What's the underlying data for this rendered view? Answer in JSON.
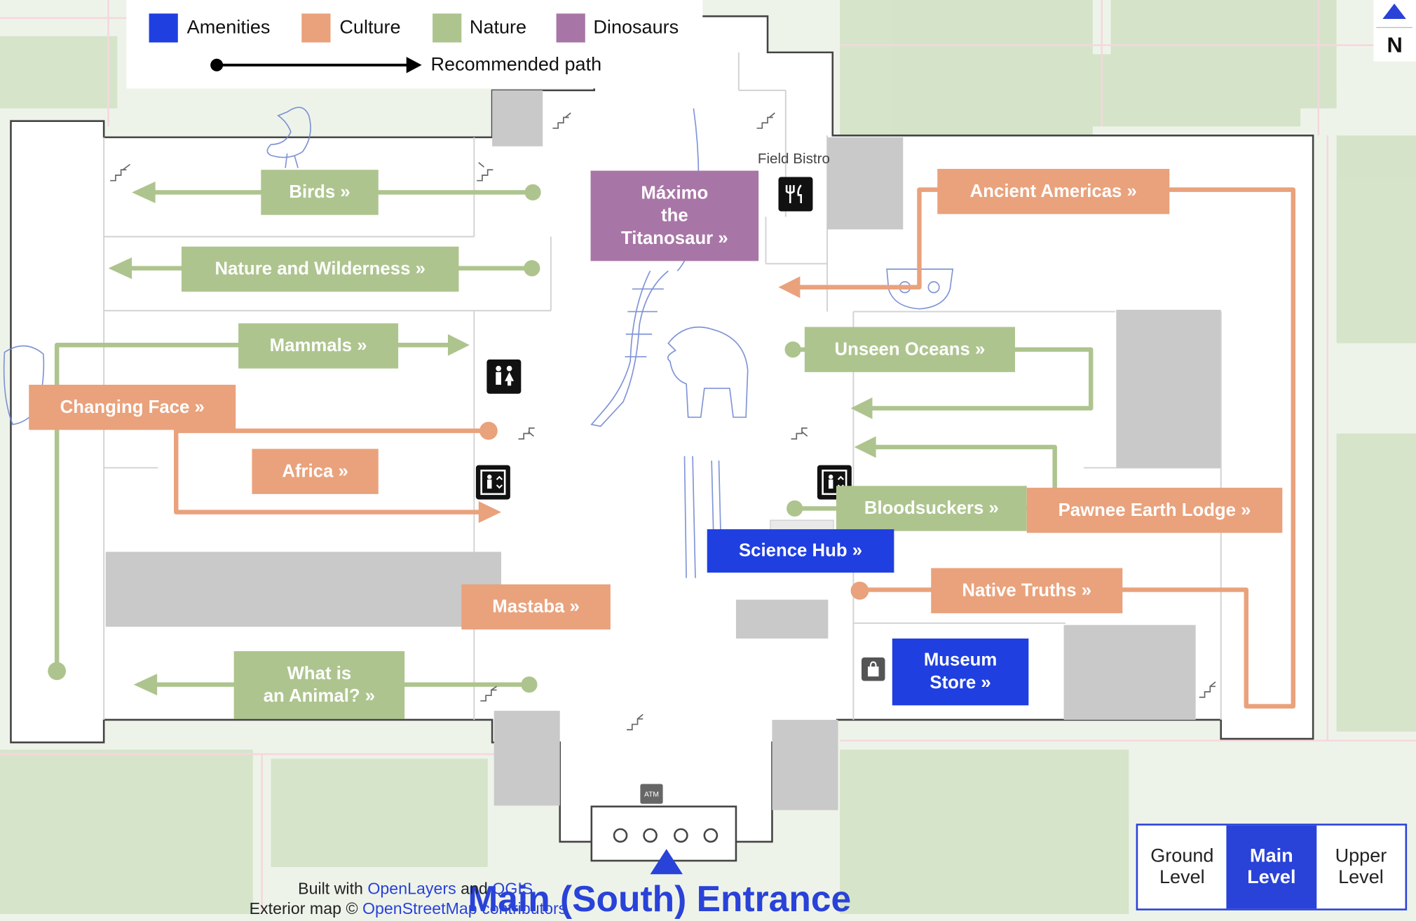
{
  "legend": {
    "items": [
      {
        "label": "Amenities",
        "color": "#1f3fe0"
      },
      {
        "label": "Culture",
        "color": "#e9a27c"
      },
      {
        "label": "Nature",
        "color": "#aec48e"
      },
      {
        "label": "Dinosaurs",
        "color": "#a876a6"
      }
    ],
    "path_label": "Recommended path"
  },
  "compass": {
    "label": "N",
    "icon": "north-arrow-icon"
  },
  "halls": {
    "birds": "Birds »",
    "nature_wilderness": "Nature and Wilderness »",
    "mammals": "Mammals »",
    "changing_face": "Changing Face »",
    "africa": "Africa »",
    "mastaba": "Mastaba »",
    "what_is_animal": "What is\nan Animal? »",
    "maximo": "Máximo\nthe\nTitanosaur »",
    "ancient_americas": "Ancient Americas »",
    "unseen_oceans": "Unseen Oceans »",
    "bloodsuckers": "Bloodsuckers »",
    "pawnee": "Pawnee Earth Lodge »",
    "science_hub": "Science Hub »",
    "native_truths": "Native Truths »",
    "museum_store": "Museum\nStore »"
  },
  "places": {
    "field_bistro": "Field Bistro",
    "atm": "ATM"
  },
  "icons": [
    "restaurant-icon",
    "restroom-icon",
    "elevator-icon",
    "shopping-bag-icon",
    "stairs-icon"
  ],
  "levels": [
    {
      "label": "Ground\nLevel",
      "active": false
    },
    {
      "label": "Main\nLevel",
      "active": true
    },
    {
      "label": "Upper\nLevel",
      "active": false
    }
  ],
  "entrance": "Main (South) Entrance",
  "credits": {
    "line1_prefix": "Built with ",
    "openlayers": "OpenLayers",
    "and": " and ",
    "qgis": "QGIS",
    "line2_prefix": "Exterior map © ",
    "osm": "OpenStreetMap contributors"
  }
}
